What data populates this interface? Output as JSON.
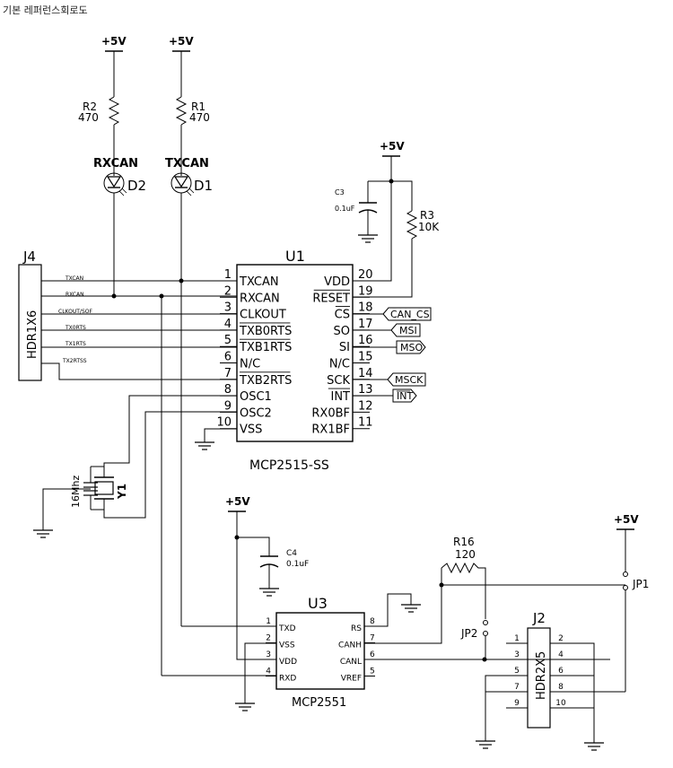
{
  "page_title": "기본 레퍼런스회로도",
  "power": {
    "vcc": "+5V"
  },
  "resistors": {
    "r1": {
      "ref": "R1",
      "value": "470"
    },
    "r2": {
      "ref": "R2",
      "value": "470"
    },
    "r3": {
      "ref": "R3",
      "value": "10K"
    },
    "r16": {
      "ref": "R16",
      "value": "120"
    }
  },
  "leds": {
    "d1": {
      "ref": "D1",
      "label": "TXCAN"
    },
    "d2": {
      "ref": "D2",
      "label": "RXCAN"
    }
  },
  "capacitors": {
    "c3": {
      "ref": "C3",
      "value": "0.1uF"
    },
    "c4": {
      "ref": "C4",
      "value": "0.1uF"
    }
  },
  "crystal": {
    "ref": "Y1",
    "value": "16Mhz"
  },
  "j4": {
    "ref": "J4",
    "part": "HDR1X6",
    "nets": [
      "TXCAN",
      "RXCAN",
      "CLKOUT/SOF",
      "TX0RTS",
      "TX1RTS",
      "TX2RTSS"
    ]
  },
  "u1": {
    "ref": "U1",
    "part": "MCP2515-SS",
    "left_pins": [
      {
        "num": "1",
        "name": "TXCAN"
      },
      {
        "num": "2",
        "name": "RXCAN"
      },
      {
        "num": "3",
        "name": "CLKOUT"
      },
      {
        "num": "4",
        "name": "TXB0RTS"
      },
      {
        "num": "5",
        "name": "TXB1RTS"
      },
      {
        "num": "6",
        "name": "N/C"
      },
      {
        "num": "7",
        "name": "TXB2RTS"
      },
      {
        "num": "8",
        "name": "OSC1"
      },
      {
        "num": "9",
        "name": "OSC2"
      },
      {
        "num": "10",
        "name": "VSS"
      }
    ],
    "right_pins": [
      {
        "num": "20",
        "name": "VDD"
      },
      {
        "num": "19",
        "name": "RESET"
      },
      {
        "num": "18",
        "name": "CS"
      },
      {
        "num": "17",
        "name": "SO"
      },
      {
        "num": "16",
        "name": "SI"
      },
      {
        "num": "15",
        "name": "N/C"
      },
      {
        "num": "14",
        "name": "SCK"
      },
      {
        "num": "13",
        "name": "INT"
      },
      {
        "num": "12",
        "name": "RX0BF"
      },
      {
        "num": "11",
        "name": "RX1BF"
      }
    ]
  },
  "net_labels": [
    "CAN_CS",
    "MSI",
    "MSO",
    "MSCK",
    "INT"
  ],
  "u3": {
    "ref": "U3",
    "part": "MCP2551",
    "left_pins": [
      {
        "num": "1",
        "name": "TXD"
      },
      {
        "num": "2",
        "name": "VSS"
      },
      {
        "num": "3",
        "name": "VDD"
      },
      {
        "num": "4",
        "name": "RXD"
      }
    ],
    "right_pins": [
      {
        "num": "8",
        "name": "RS"
      },
      {
        "num": "7",
        "name": "CANH"
      },
      {
        "num": "6",
        "name": "CANL"
      },
      {
        "num": "5",
        "name": "VREF"
      }
    ]
  },
  "jumpers": {
    "jp1": "JP1",
    "jp2": "JP2"
  },
  "j2": {
    "ref": "J2",
    "part": "HDR2X5",
    "left_pins": [
      "1",
      "3",
      "5",
      "7",
      "9"
    ],
    "right_pins": [
      "2",
      "4",
      "6",
      "8",
      "10"
    ]
  }
}
